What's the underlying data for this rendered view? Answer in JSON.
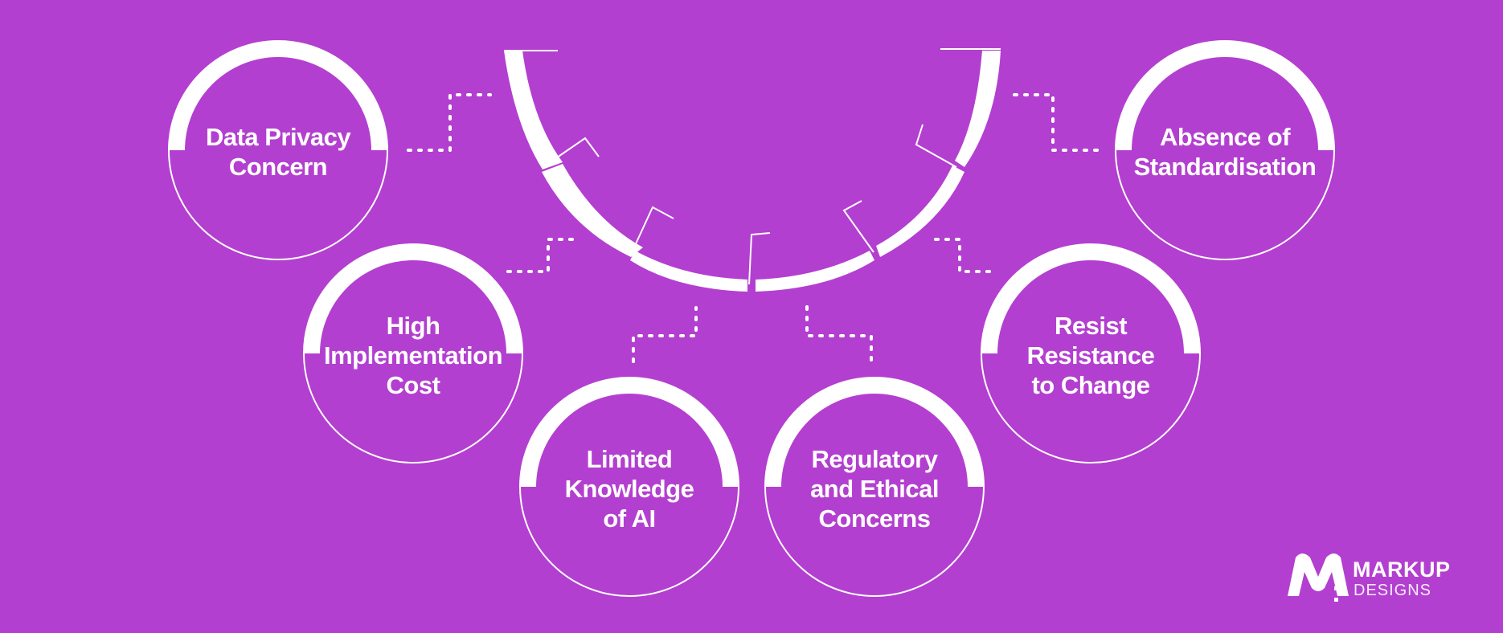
{
  "nodes": [
    {
      "id": "data-privacy",
      "lines": [
        "Data Privacy",
        "Concern"
      ]
    },
    {
      "id": "high-implementation-cost",
      "lines": [
        "High",
        "Implementation",
        "Cost"
      ]
    },
    {
      "id": "limited-knowledge",
      "lines": [
        "Limited",
        "Knowledge",
        "of AI"
      ]
    },
    {
      "id": "regulatory-ethical",
      "lines": [
        "Regulatory",
        "and Ethical",
        "Concerns"
      ]
    },
    {
      "id": "resist-change",
      "lines": [
        "Resist",
        "Resistance",
        "to Change"
      ]
    },
    {
      "id": "absence-standardisation",
      "lines": [
        "Absence of",
        "Standardisation"
      ]
    }
  ],
  "logo": {
    "name": "MARKUP",
    "sub": "DESIGNS"
  },
  "colors": {
    "background": "#b33fd0",
    "foreground": "#ffffff"
  },
  "icons": [
    "markup-logo-icon"
  ]
}
